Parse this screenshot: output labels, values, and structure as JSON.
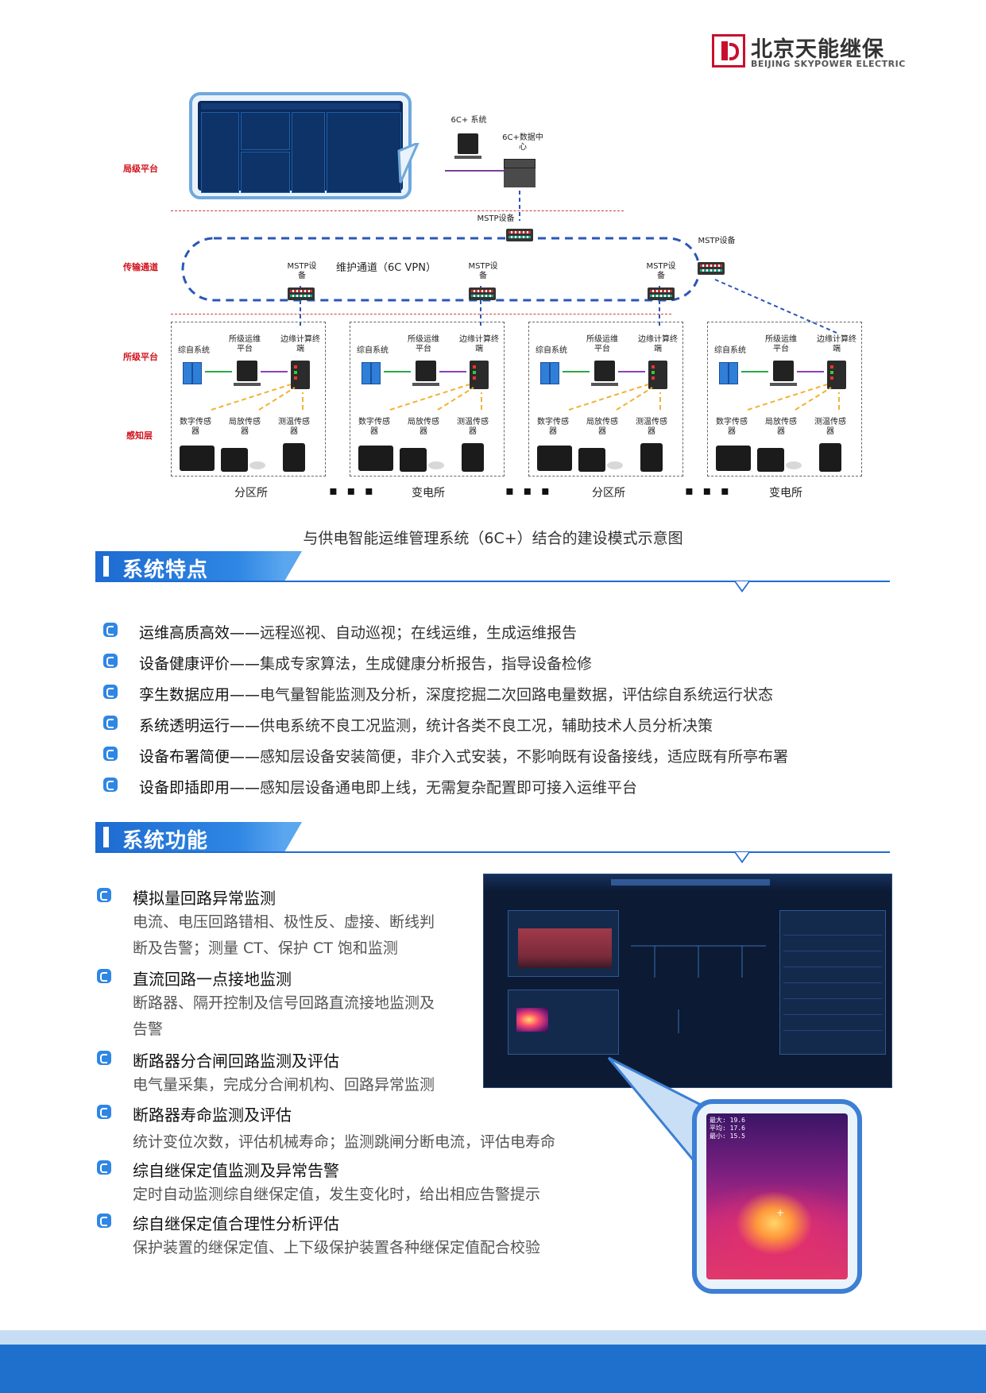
{
  "logo": {
    "name_cn": "北京天能继保",
    "name_en": "BEIJING SKYPOWER ELECTRIC"
  },
  "diagram": {
    "layers": [
      "局级平台",
      "传输通道",
      "所级平台",
      "感知层"
    ],
    "system_6c": "6C+ 系统",
    "data_center": "6C+数据中心",
    "mstp": "MSTP设备",
    "vpn": "维护通道（6C VPN）",
    "station_labels": {
      "integrated": "综自系统",
      "platform": "所级运维平台",
      "edge": "边缘计算终端",
      "digital": "数字传感器",
      "pd": "局放传感器",
      "temp": "测温传感器"
    },
    "stations": [
      "分区所",
      "变电所",
      "分区所",
      "变电所"
    ],
    "dots": "▪ ▪ ▪",
    "caption": "与供电智能运维管理系统（6C+）结合的建设模式示意图"
  },
  "features": {
    "title": "系统特点",
    "items": [
      {
        "name": "运维高质高效",
        "dash": "——",
        "desc": "远程巡视、自动巡视；在线运维，生成运维报告"
      },
      {
        "name": "设备健康评价",
        "dash": "——",
        "desc": "集成专家算法，生成健康分析报告，指导设备检修"
      },
      {
        "name": "孪生数据应用",
        "dash": "——",
        "desc": "电气量智能监测及分析，深度挖掘二次回路电量数据，评估综自系统运行状态"
      },
      {
        "name": "系统透明运行",
        "dash": "——",
        "desc": "供电系统不良工况监测，统计各类不良工况，辅助技术人员分析决策"
      },
      {
        "name": "设备布署简便",
        "dash": "——",
        "desc": "感知层设备安装简便，非介入式安装，不影响既有设备接线，适应既有所亭布署"
      },
      {
        "name": "设备即插即用",
        "dash": "——",
        "desc": "感知层设备通电即上线，无需复杂配置即可接入运维平台"
      }
    ]
  },
  "functions": {
    "title": "系统功能",
    "items": [
      {
        "title": "模拟量回路异常监测",
        "lines": [
          "电流、电压回路错相、极性反、虚接、断线判",
          "断及告警；测量 CT、保护 CT 饱和监测"
        ]
      },
      {
        "title": "直流回路一点接地监测",
        "lines": [
          "断路器、隔开控制及信号回路直流接地监测及",
          "告警"
        ]
      },
      {
        "title": "断路器分合闸回路监测及评估",
        "lines": [
          "电气量采集，完成分合闸机构、回路异常监测"
        ]
      },
      {
        "title": "断路器寿命监测及评估",
        "lines": [
          "统计变位次数，评估机械寿命；监测跳闸分断电流，评估电寿命"
        ]
      },
      {
        "title": "综自继保定值监测及异常告警",
        "lines": [
          "定时自动监测综自继保定值，发生变化时，给出相应告警提示"
        ]
      },
      {
        "title": "综自继保定值合理性分析评估",
        "lines": [
          "保护装置的继保定值、上下级保护装置各种继保定值配合校验"
        ]
      }
    ]
  },
  "thermal": {
    "readout": [
      "最大: 19.6",
      "平均: 17.6",
      "最小: 15.5"
    ]
  },
  "colors": {
    "accent": "#1e6bd1",
    "brand_red": "#c8102e",
    "layer_label": "#d0121b"
  }
}
